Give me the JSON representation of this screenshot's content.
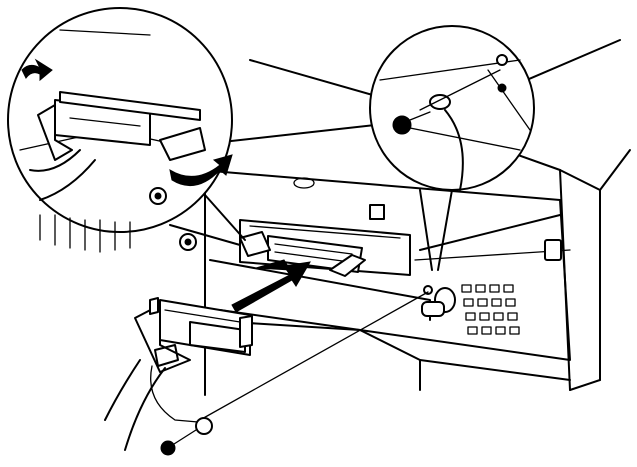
{
  "figure": {
    "style": "black line-art illustration",
    "colors": {
      "ink": "#000000",
      "background": "#ffffff"
    },
    "icons": {
      "main": "computer-rear-panel",
      "connector": "parallel-cable-connector",
      "insert_arrow": "insert-arrow",
      "clip_detail": "clip-detail-callout",
      "ground_detail": "ground-screw-detail-callout",
      "screw": "ground-screw",
      "ground_wire": "ground-wire"
    }
  }
}
